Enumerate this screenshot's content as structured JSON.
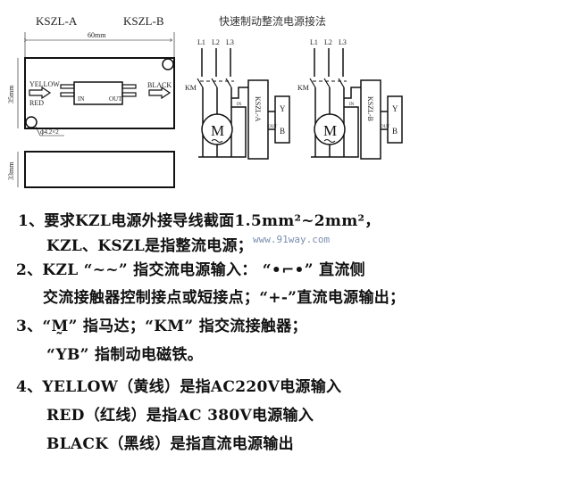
{
  "module": {
    "label_a": "KSZL-A",
    "label_b": "KSZL-B",
    "width_dim": "60mm",
    "height_dim": "35mm",
    "depth_dim": "33mm",
    "hole_dim": "ф4.2×2",
    "yellow": "YELLOW",
    "red": "RED",
    "black": "BLACK",
    "in": "IN",
    "out": "OUT"
  },
  "circuit": {
    "title": "快速制动整流电源接法",
    "phases": [
      "L1",
      "L2",
      "L3"
    ],
    "contactor": "KM",
    "motor": "M",
    "in": "IN",
    "out": "OUT",
    "brake_y": "Y",
    "brake_b": "B",
    "unit_a": "KSZL-A",
    "unit_b": "KSZL-B"
  },
  "notes": [
    "1、要求KZL电源外接导线截面1.5mm²~2mm²，",
    "KZL、KSZL是指整流电源；",
    "2、KZL “~~” 指交流电源输入：  “•⌐•” 直流侧",
    "交流接触器控制接点或短接点；“+-”直流电源输出；",
    "3、“M̰” 指马达；“KM” 指交流接触器；",
    "“YB” 指制动电磁铁。",
    "4、YELLOW（黄线）是指AC220V电源输入",
    "RED（红线）是指AC 380V电源输入",
    "BLACK（黑线）是指直流电源输出"
  ],
  "watermark": "www.91way.com"
}
